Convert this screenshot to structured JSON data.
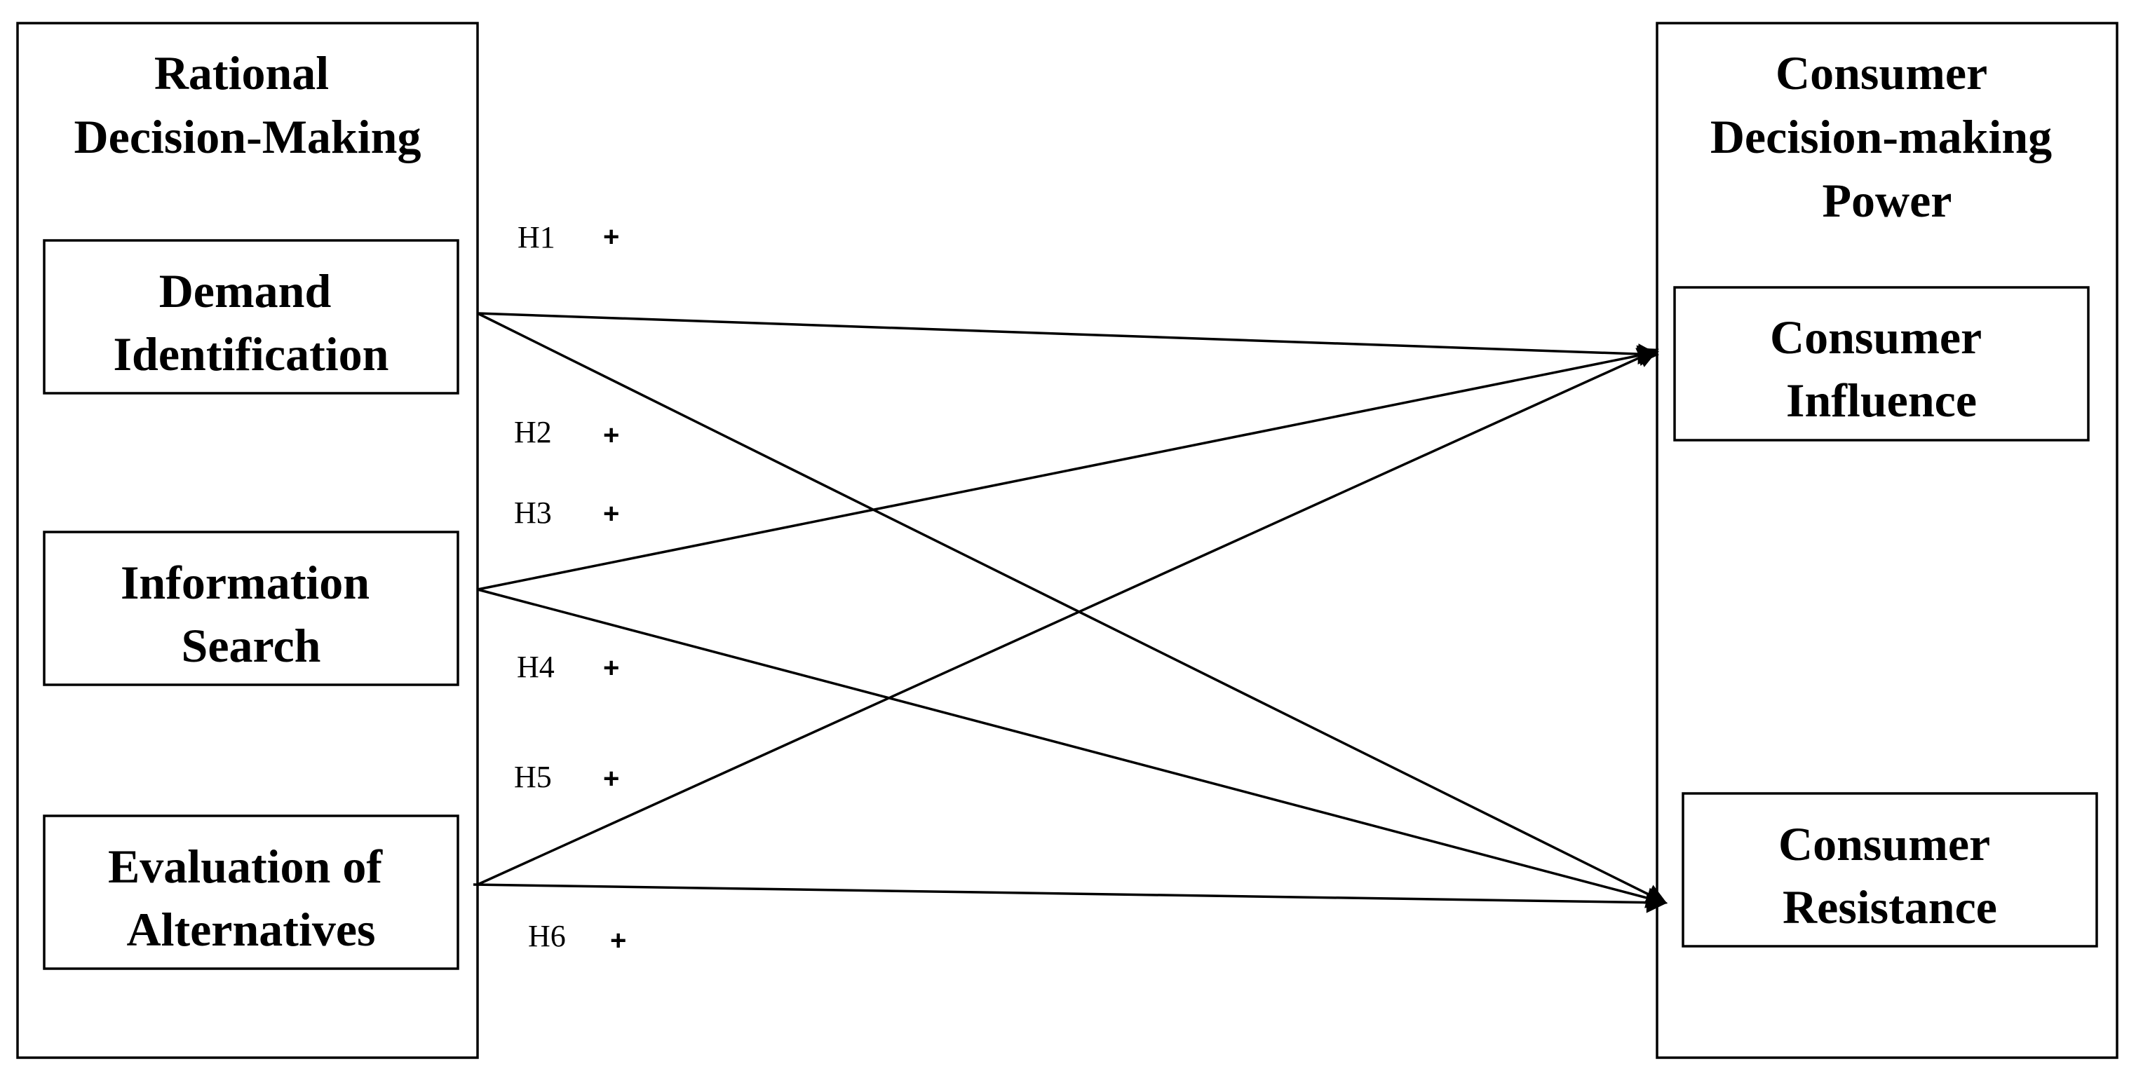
{
  "left_group": {
    "title_lines": [
      "Rational",
      "Decision-Making"
    ],
    "boxes": [
      {
        "lines": [
          "Demand",
          "Identification"
        ]
      },
      {
        "lines": [
          "Information",
          "Search"
        ]
      },
      {
        "lines": [
          "Evaluation of",
          "Alternatives"
        ]
      }
    ]
  },
  "right_group": {
    "title_lines": [
      "Consumer",
      "Decision-making",
      "Power"
    ],
    "boxes": [
      {
        "lines": [
          "Consumer",
          "Influence"
        ]
      },
      {
        "lines": [
          "Consumer",
          "Resistance"
        ]
      }
    ]
  },
  "hypotheses": [
    {
      "label": "H1",
      "sign": "+",
      "from": 0,
      "to": 0
    },
    {
      "label": "H2",
      "sign": "+",
      "from": 0,
      "to": 1
    },
    {
      "label": "H3",
      "sign": "+",
      "from": 1,
      "to": 0
    },
    {
      "label": "H4",
      "sign": "+",
      "from": 1,
      "to": 1
    },
    {
      "label": "H5",
      "sign": "+",
      "from": 2,
      "to": 0
    },
    {
      "label": "H6",
      "sign": "+",
      "from": 2,
      "to": 1
    }
  ]
}
